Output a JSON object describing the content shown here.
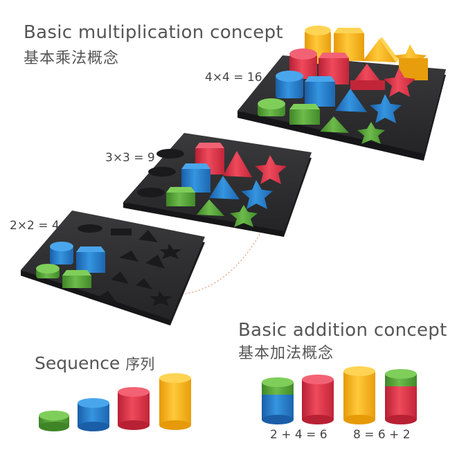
{
  "multiplication": {
    "title_en": "Basic multiplication concept",
    "title_zh": "基本乘法概念",
    "equations": [
      "4×4 = 16",
      "3×3 = 9",
      "2×2 = 4"
    ]
  },
  "addition": {
    "title_en": "Basic addition concept",
    "title_zh": "基本加法概念",
    "equations": [
      "2 + 4 = 6",
      "8 = 6 + 2"
    ]
  },
  "sequence": {
    "title_en": "Sequence",
    "title_zh": "序列"
  },
  "colors": {
    "text": "#555555",
    "tray": "#2f2f31",
    "red": "#e23a4d",
    "blue": "#2a7fcf",
    "green": "#58a63c",
    "yellow": "#f6b21b",
    "connector": "#e6a07a"
  }
}
